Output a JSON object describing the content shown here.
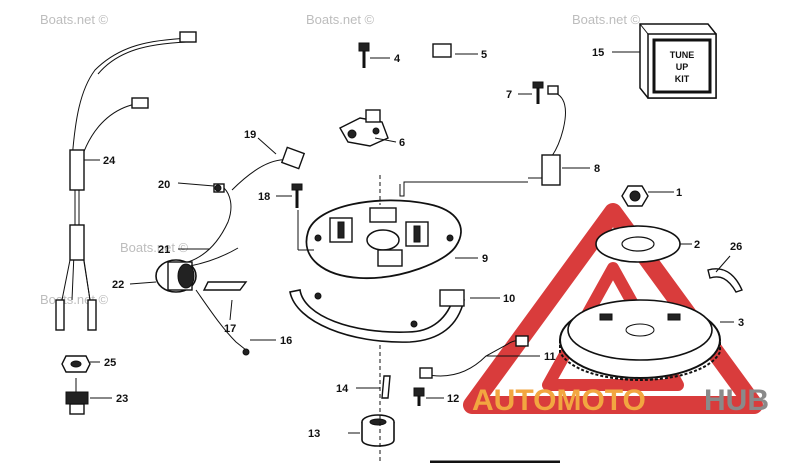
{
  "watermarks": [
    "Boats.net ©",
    "Boats.net ©",
    "Boats.net ©",
    "Boats.net ©",
    "Boats.net ©"
  ],
  "tune_up_kit": [
    "TUNE",
    "UP",
    "KIT"
  ],
  "brand": {
    "part1": "AUTOMOTO",
    "part2": "HUB",
    "color1": "#f2a640",
    "color2": "#8a8a8a",
    "logo_color": "#d62b2b"
  },
  "callouts": [
    "1",
    "2",
    "3",
    "4",
    "5",
    "6",
    "7",
    "8",
    "9",
    "10",
    "11",
    "12",
    "13",
    "14",
    "15",
    "16",
    "17",
    "19",
    "20",
    "21",
    "22",
    "23",
    "24",
    "25",
    "26",
    "18"
  ]
}
